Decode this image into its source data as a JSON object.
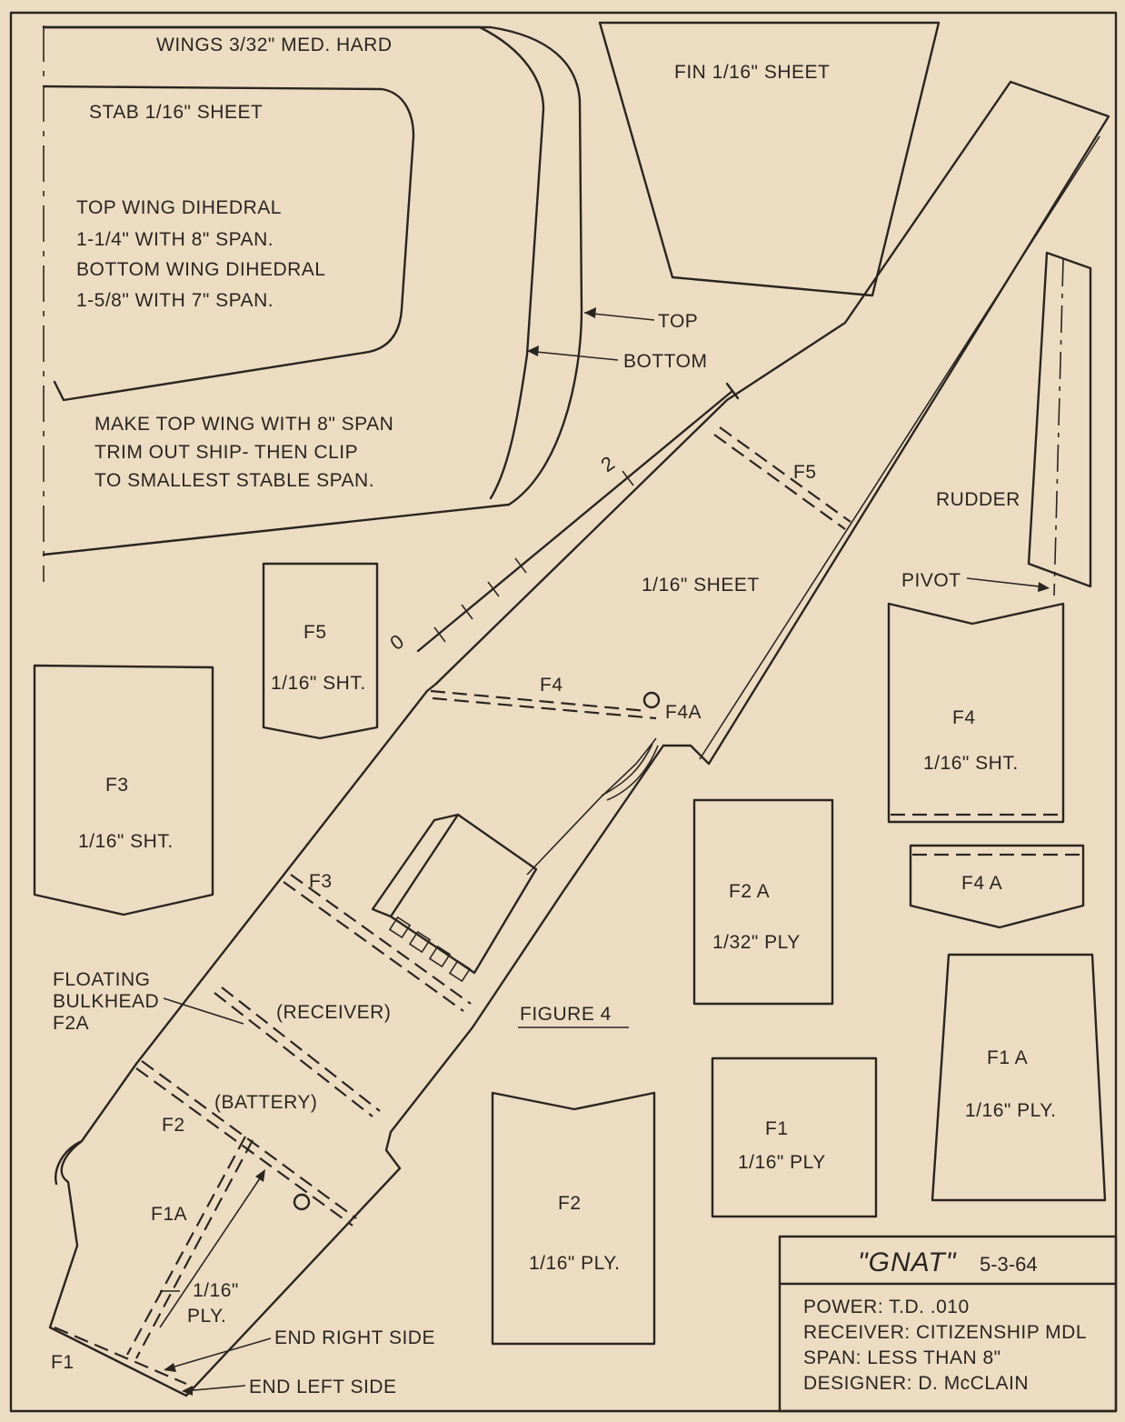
{
  "wing_panel": {
    "wings_label": "WINGS 3/32\" MED. HARD",
    "stab_label": "STAB 1/16\" SHEET",
    "dihedral_notes": [
      "TOP WING DIHEDRAL",
      "1-1/4\" WITH 8\" SPAN.",
      "BOTTOM WING DIHEDRAL",
      "1-5/8\" WITH 7\" SPAN."
    ],
    "top_label": "TOP",
    "bottom_label": "BOTTOM",
    "trim_notes": [
      "MAKE TOP WING WITH 8\" SPAN",
      "TRIM OUT SHIP- THEN CLIP",
      "TO SMALLEST STABLE SPAN."
    ]
  },
  "fin": {
    "label": "FIN 1/16\" SHEET"
  },
  "rudder": {
    "label": "RUDDER",
    "pivot_label": "PIVOT"
  },
  "fuselage": {
    "sheet_label": "1/16\" SHEET",
    "f5_label": "F5",
    "f4_label": "F4",
    "f4a_label": "F4A",
    "f3_label": "F3",
    "f2_label": "F2",
    "f1a_label": "F1A",
    "f1_label": "F1",
    "ply_label": [
      "1/16\"",
      "PLY."
    ],
    "receiver_label": "(RECEIVER)",
    "battery_label": "(BATTERY)",
    "floating_bulkhead": [
      "FLOATING",
      "BULKHEAD",
      "F2A"
    ],
    "end_right_side": "END RIGHT SIDE",
    "end_left_side": "END LEFT SIDE",
    "scale_marks": [
      "0",
      "2"
    ]
  },
  "figure_label": "FIGURE 4",
  "parts": {
    "f5": [
      "F5",
      "1/16\" SHT."
    ],
    "f3": [
      "F3",
      "1/16\" SHT."
    ],
    "f4": [
      "F4",
      "1/16\" SHT."
    ],
    "f4a": [
      "F4 A"
    ],
    "f2a": [
      "F2 A",
      "1/32\" PLY"
    ],
    "f1a": [
      "F1 A",
      "1/16\" PLY."
    ],
    "f1": [
      "F1",
      "1/16\" PLY"
    ],
    "f2": [
      "F2",
      "1/16\" PLY."
    ]
  },
  "title_block": {
    "name": "\"GNAT\"",
    "date": "5-3-64",
    "lines": [
      "POWER: T.D. .010",
      "RECEIVER: CITIZENSHIP MDL",
      "SPAN: LESS THAN 8\"",
      "DESIGNER: D. McCLAIN"
    ]
  }
}
